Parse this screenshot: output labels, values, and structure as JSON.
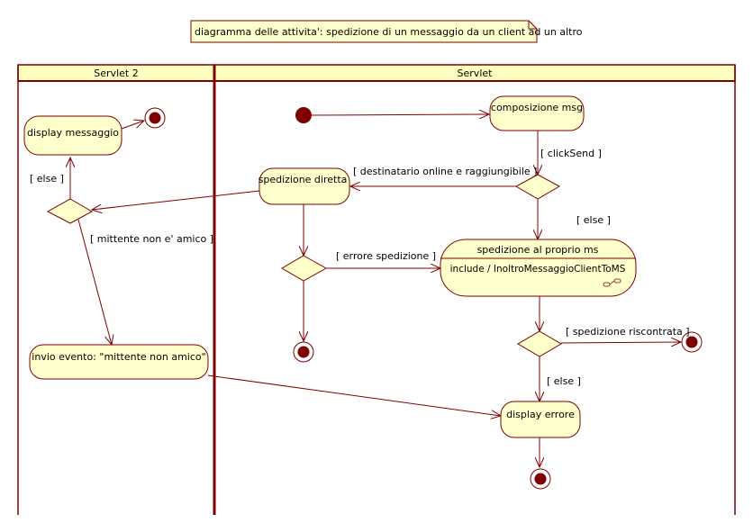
{
  "note": {
    "text": "diagramma delle attivita': spedizione di un messaggio da un client ad un altro"
  },
  "colors": {
    "node_fill": "#ffffcc",
    "stroke": "#800000",
    "lane_header_fill": "#ffffc0",
    "dot": "#800000",
    "text": "#000000"
  },
  "lanes": [
    {
      "id": "lane-servlet-2",
      "title": "Servlet 2"
    },
    {
      "id": "lane-servlet",
      "title": "Servlet"
    }
  ],
  "actions": {
    "display_messaggio": "display messaggio",
    "invio_evento": "invio evento: \"mittente non amico\"",
    "composizione_msg": "composizione msg",
    "spedizione_diretta": "spedizione diretta",
    "spedizione_ms_title": "spedizione al proprio ms",
    "spedizione_ms_include": "include / InoltroMessaggioClientToMS",
    "display_errore": "display errore"
  },
  "guards": {
    "else_left": "[ else ]",
    "mittente_non_amico": "[ mittente non e' amico ]",
    "click_send": "[ clickSend ]",
    "destinatario_online": "[ destinatario online e raggiungibile ]",
    "else_center": "[ else ]",
    "errore_spedizione": "[ errore spedizione ]",
    "spedizione_riscontrata": "[ spedizione riscontrata ]",
    "else_bottom": "[ else ]"
  }
}
